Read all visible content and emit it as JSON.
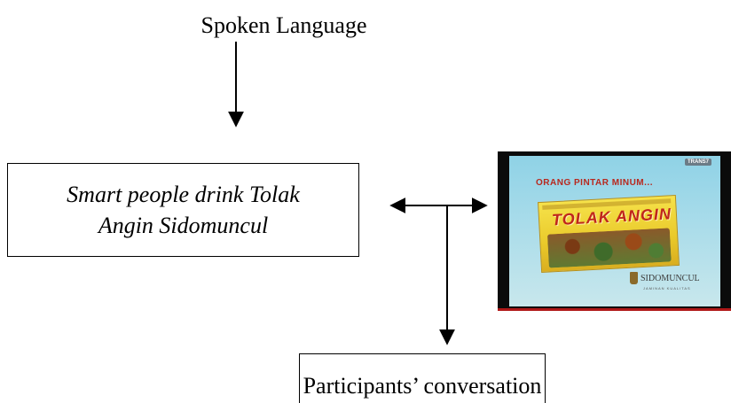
{
  "diagram": {
    "top_label": "Spoken Language",
    "slogan": "Smart people drink Tolak Angin Sidomuncul",
    "bottom_label": "Participants’ conversation"
  },
  "ad_image": {
    "headline": "ORANG PINTAR MINUM...",
    "channel": "TRANS7",
    "brand": "TOLAK ANGIN",
    "logo": "SIDOMUNCUL",
    "tagline": "JAMINAN KUALITAS"
  },
  "colors": {
    "line": "#000000",
    "ad_red": "#b8281e",
    "ad_yellow": "#f6e24a",
    "ad_sky": "#8fd2e6"
  }
}
